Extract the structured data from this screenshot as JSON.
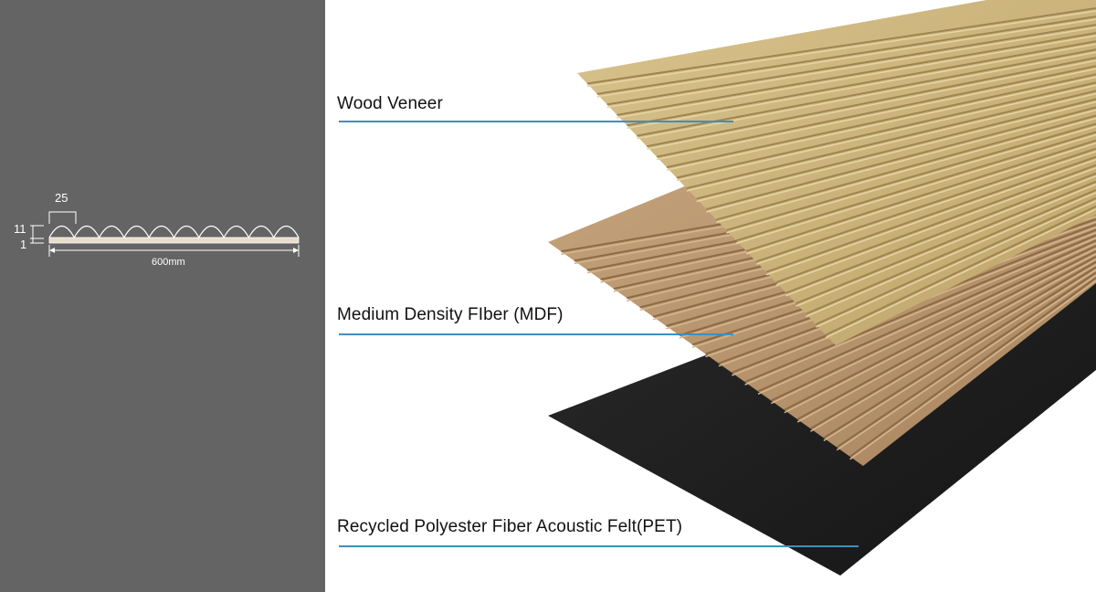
{
  "profile": {
    "width_label": "25",
    "height_total_label": "11",
    "height_base_label": "1",
    "length_label": "600mm"
  },
  "layers": {
    "veneer": {
      "label": "Wood Veneer"
    },
    "mdf": {
      "label": "Medium Density FIber (MDF)"
    },
    "felt": {
      "label": "Recycled Polyester Fiber Acoustic Felt(PET)"
    }
  },
  "colors": {
    "left_background": "#646464",
    "leader_line": "#3f8fbf",
    "veneer": "#c9b47a",
    "mdf": "#b8956a",
    "felt": "#1e1e1e"
  }
}
